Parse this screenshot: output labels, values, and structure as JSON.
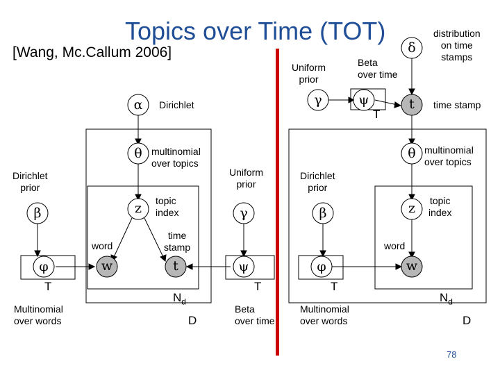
{
  "title": "Topics over Time (TOT)",
  "citation": "[Wang, Mc.Callum 2006]",
  "page_number": "78",
  "nodes": {
    "alpha": "α",
    "theta": "θ",
    "z": "z",
    "beta": "β",
    "phi": "φ",
    "w": "w",
    "t": "t",
    "gamma": "γ",
    "psi": "ψ",
    "delta": "δ"
  },
  "plates": {
    "T": "T",
    "Nd_main": "N",
    "Nd_sub": "d",
    "D": "D"
  },
  "labels": {
    "dirichlet": "Dirichlet",
    "multinomial_over_topics": [
      "multinomial",
      "over topics"
    ],
    "dirichlet_prior": [
      "Dirichlet",
      "prior"
    ],
    "topic_index": [
      "topic",
      "index"
    ],
    "word": "word",
    "time_stamp_two_line": [
      "time",
      "stamp"
    ],
    "multinomial_over_words": [
      "Multinomial",
      "over words"
    ],
    "uniform_prior": [
      "Uniform",
      "prior"
    ],
    "beta_over_time": [
      "Beta",
      "over time"
    ],
    "distribution_on_time_stamps": [
      "distribution",
      "on time",
      "stamps"
    ],
    "time_stamp": "time stamp"
  },
  "colors": {
    "title": "#1f4e96",
    "divider": "#cc0000",
    "observed_node": "#b7b7b7"
  }
}
